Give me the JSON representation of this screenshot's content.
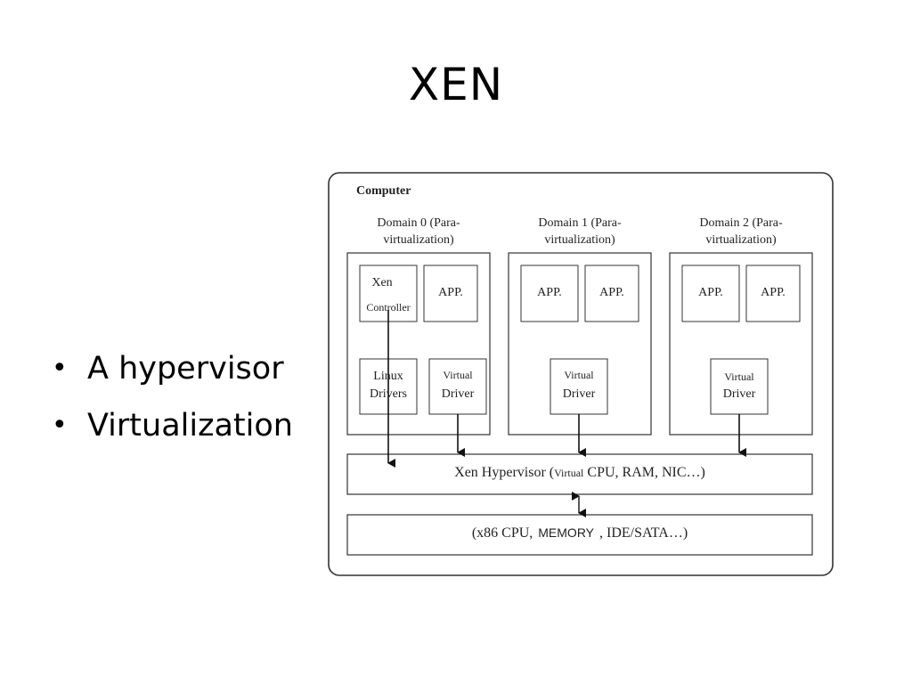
{
  "slide": {
    "title": "XEN",
    "bullets": [
      "A hypervisor",
      "Virtualization"
    ],
    "bullet_glyph": "•"
  },
  "diagram": {
    "computer_label": "Computer",
    "domains": [
      {
        "label": "Domain 0 (Para-virtualization)",
        "boxes": {
          "controller": [
            "Xen",
            "Controller"
          ],
          "app": "APP.",
          "linux_drivers": [
            "Linux",
            "Drivers"
          ],
          "virtual_driver": [
            "Virtual",
            "Driver"
          ]
        }
      },
      {
        "label": "Domain 1 (Para-virtualization)",
        "boxes": {
          "app1": "APP.",
          "app2": "APP.",
          "virtual_driver": [
            "Virtual",
            "Driver"
          ]
        }
      },
      {
        "label": "Domain 2 (Para-virtualization)",
        "boxes": {
          "app1": "APP.",
          "app2": "APP.",
          "virtual_driver": [
            "Virtual",
            "Driver"
          ]
        }
      }
    ],
    "hypervisor": {
      "name": "Xen Hypervisor (",
      "small": "Virtual",
      "rest": " CPU, RAM, NIC…)"
    },
    "hardware": {
      "pre": "(x86 CPU,",
      "memory": "MEMORY",
      "post": ", IDE/SATA…)"
    }
  }
}
